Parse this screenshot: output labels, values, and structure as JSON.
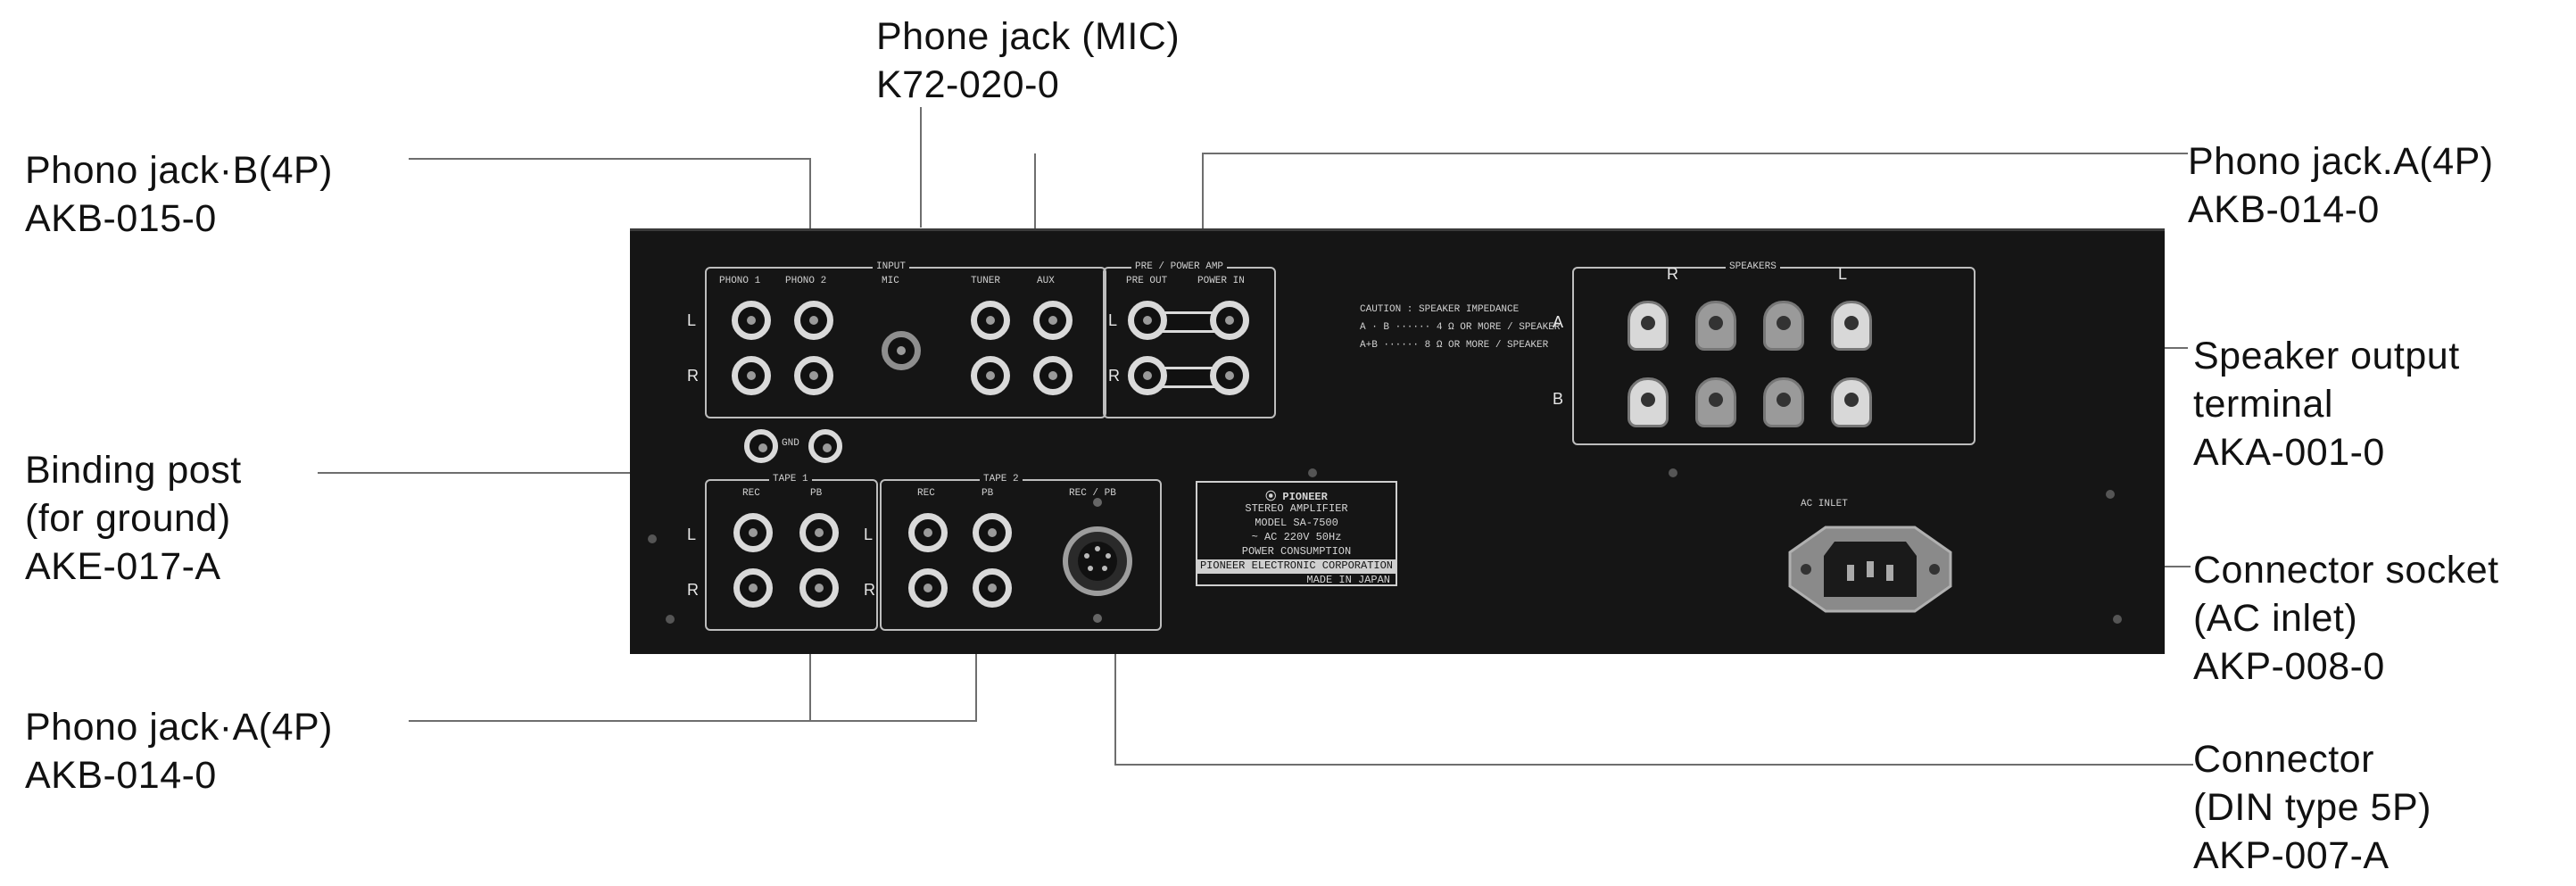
{
  "callouts": {
    "phone_jack_mic": [
      "Phone jack (MIC)",
      "K72-020-0"
    ],
    "phono_jack_b": [
      "Phono jack·B(4P)",
      "AKB-015-0"
    ],
    "binding_post": [
      "Binding post",
      "(for ground)",
      "AKE-017-A"
    ],
    "phono_jack_a_bottom": [
      "Phono jack·A(4P)",
      "AKB-014-0"
    ],
    "phono_jack_a_top": [
      "Phono jack.A(4P)",
      "AKB-014-0"
    ],
    "speaker_output": [
      "Speaker output",
      "terminal",
      "AKA-001-0"
    ],
    "connector_socket": [
      "Connector socket",
      "(AC inlet)",
      "AKP-008-0"
    ],
    "connector_din": [
      "Connector",
      "(DIN type 5P)",
      "AKP-007-A"
    ]
  },
  "panel": {
    "input_title": "INPUT",
    "phono1": "PHONO 1",
    "phono2": "PHONO 2",
    "mic": "MIC",
    "tuner": "TUNER",
    "aux": "AUX",
    "pre_power_title": "PRE / POWER AMP",
    "pre_out": "PRE OUT",
    "power_in": "POWER IN",
    "gnd": "GND",
    "tape1_title": "TAPE 1",
    "tape2_title": "TAPE 2",
    "rec": "REC",
    "pb": "PB",
    "rec_pb": "REC / PB",
    "speakers_title": "SPEAKERS",
    "spk_r": "R",
    "spk_l": "L",
    "ch_a": "A",
    "ch_b": "B",
    "ch_left": "L",
    "ch_right": "R",
    "caution_lines": [
      "CAUTION : SPEAKER IMPEDANCE",
      "A · B ······ 4 Ω OR MORE / SPEAKER",
      "A+B ······ 8 Ω OR MORE / SPEAKER"
    ],
    "ac_inlet": "AC INLET",
    "nameplate": {
      "brand": "⦿ PIONEER",
      "line1": "STEREO AMPLIFIER",
      "line2": "MODEL  SA-7500",
      "line3": "~ AC  220V  50Hz",
      "line4": "POWER CONSUMPTION",
      "line5": "PIONEER ELECTRONIC CORPORATION",
      "line6": "MADE IN JAPAN"
    }
  }
}
